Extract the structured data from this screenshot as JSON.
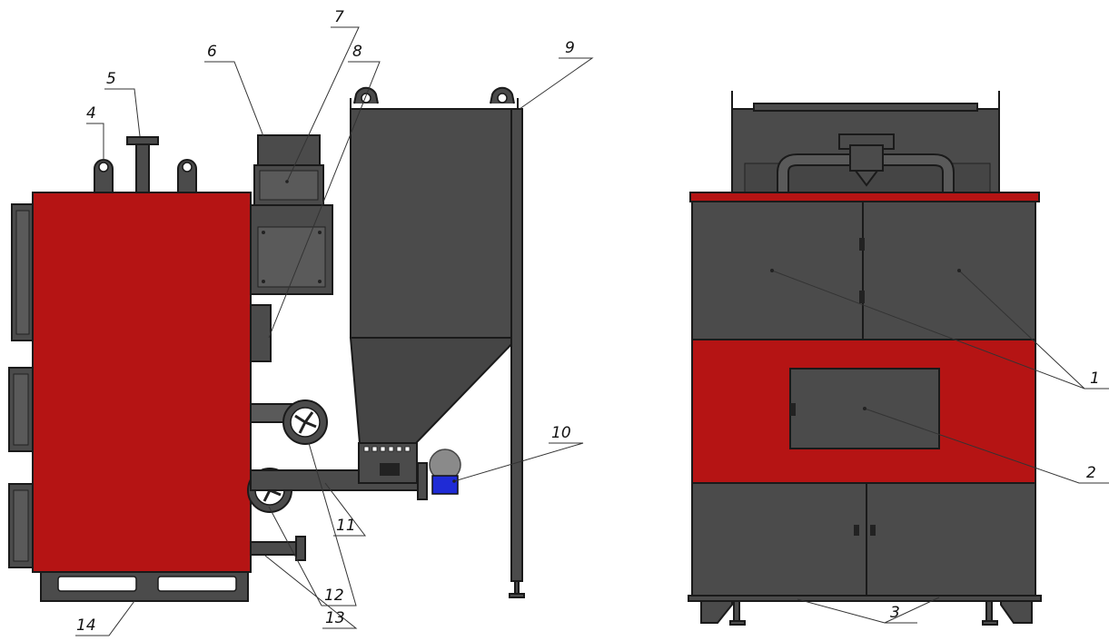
{
  "colors": {
    "body_red": "#b51414",
    "dark_steel": "#4b4b4b",
    "mid_steel": "#5a5a5a",
    "outline": "#1a1a1a",
    "motor_blue": "#1f2bd6",
    "motor_grey": "#8a8a8a"
  },
  "views": {
    "side": {
      "labels": {
        "l4": "4",
        "l5": "5",
        "l6": "6",
        "l7": "7",
        "l8": "8",
        "l9": "9",
        "l10": "10",
        "l11": "11",
        "l12": "12",
        "l13": "13",
        "l14": "14"
      }
    },
    "front": {
      "labels": {
        "l1": "1",
        "l2": "2",
        "l3": "3"
      }
    }
  }
}
